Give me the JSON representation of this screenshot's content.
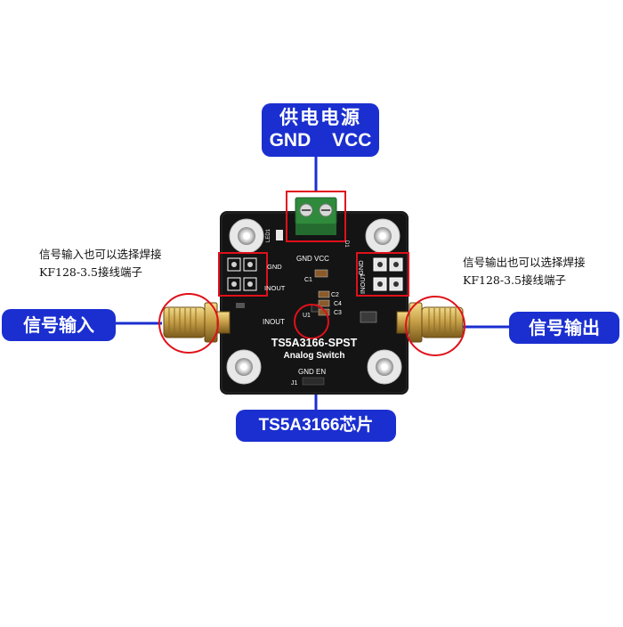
{
  "labels": {
    "power_title": "供电电源",
    "power_pins": "GND VCC",
    "signal_input": "信号输入",
    "signal_output": "信号输出",
    "chip": "TS5A3166芯片"
  },
  "notes": {
    "left_line1": "信号输入也可以选择焊接",
    "left_line2": "KF128-3.5接线端子",
    "right_line1": "信号输出也可以选择焊接",
    "right_line2": "KF128-3.5接线端子"
  },
  "board": {
    "title": "TS5A3166-SPST",
    "subtitle": "Analog Switch",
    "silk_gnd_vcc": "GND VCC",
    "silk_gnd_en": "GND EN",
    "silk_gnd_left": "GND",
    "silk_inout_left": "INOUT",
    "silk_inout_bottom": "INOUT",
    "silk_inout_right": "INOUT",
    "silk_gnd_right": "GND",
    "silk_j1": "J1",
    "silk_u1": "U1",
    "silk_c1": "C1",
    "silk_c2": "C2",
    "silk_c3": "C3",
    "silk_c4": "C4",
    "silk_d1": "D1",
    "silk_led1": "LED1"
  },
  "colors": {
    "label_bg": "#1b2fd0",
    "highlight": "#e0101a",
    "pcb": "#141414",
    "terminal": "#2f8a3c",
    "brass": "#c9a24a"
  }
}
